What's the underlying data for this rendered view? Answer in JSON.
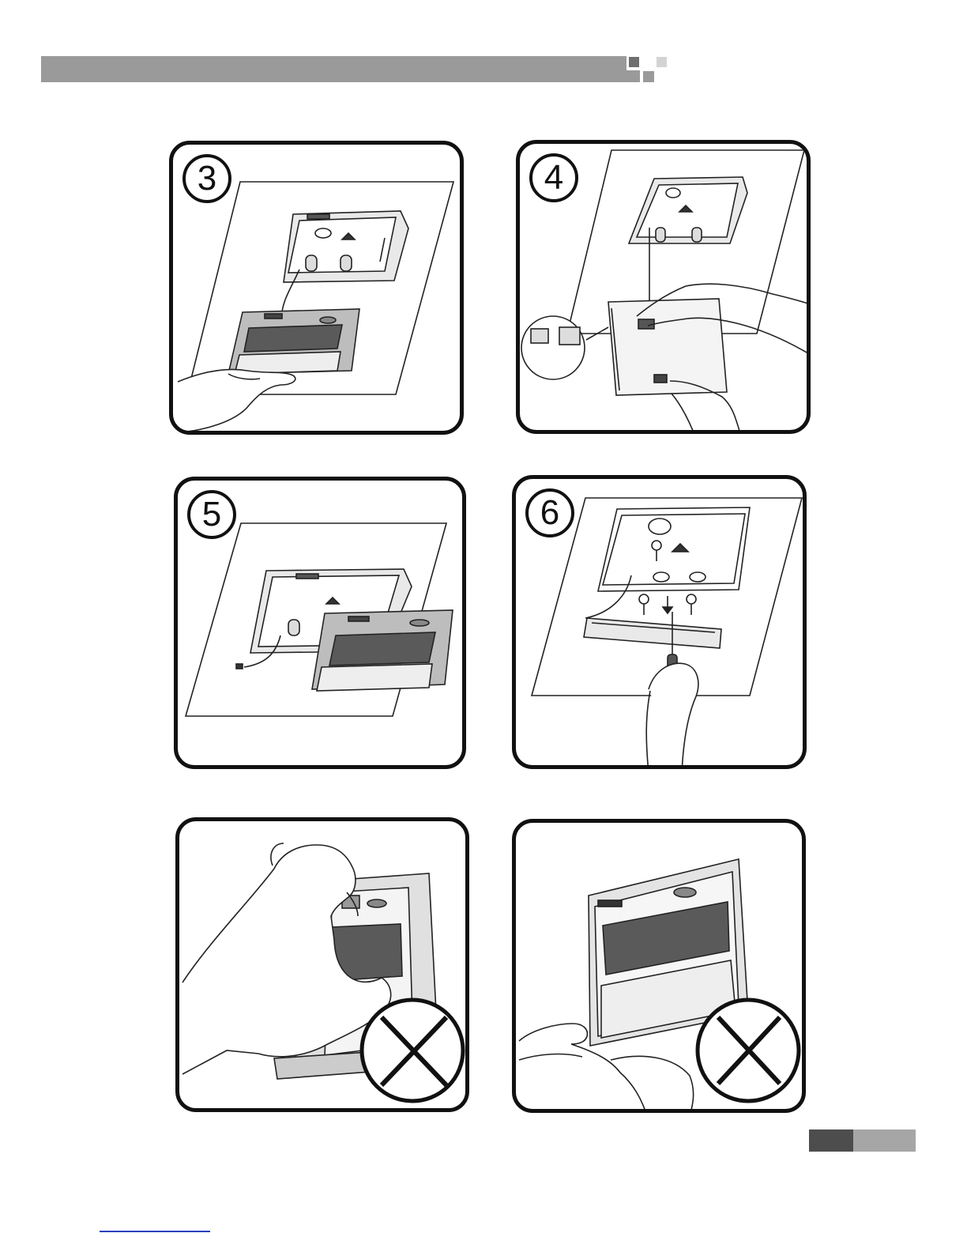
{
  "steps": {
    "s3": "3",
    "s4": "4",
    "s5": "5",
    "s6": "6"
  },
  "icons": {
    "prohibited": "cross-in-circle-icon"
  },
  "colors": {
    "header_bar": "#9a9a9a",
    "footer_dark": "#4d4d4d",
    "footer_light": "#a6a6a6",
    "footer_rule": "#2a3fbf",
    "outline": "#111111"
  }
}
